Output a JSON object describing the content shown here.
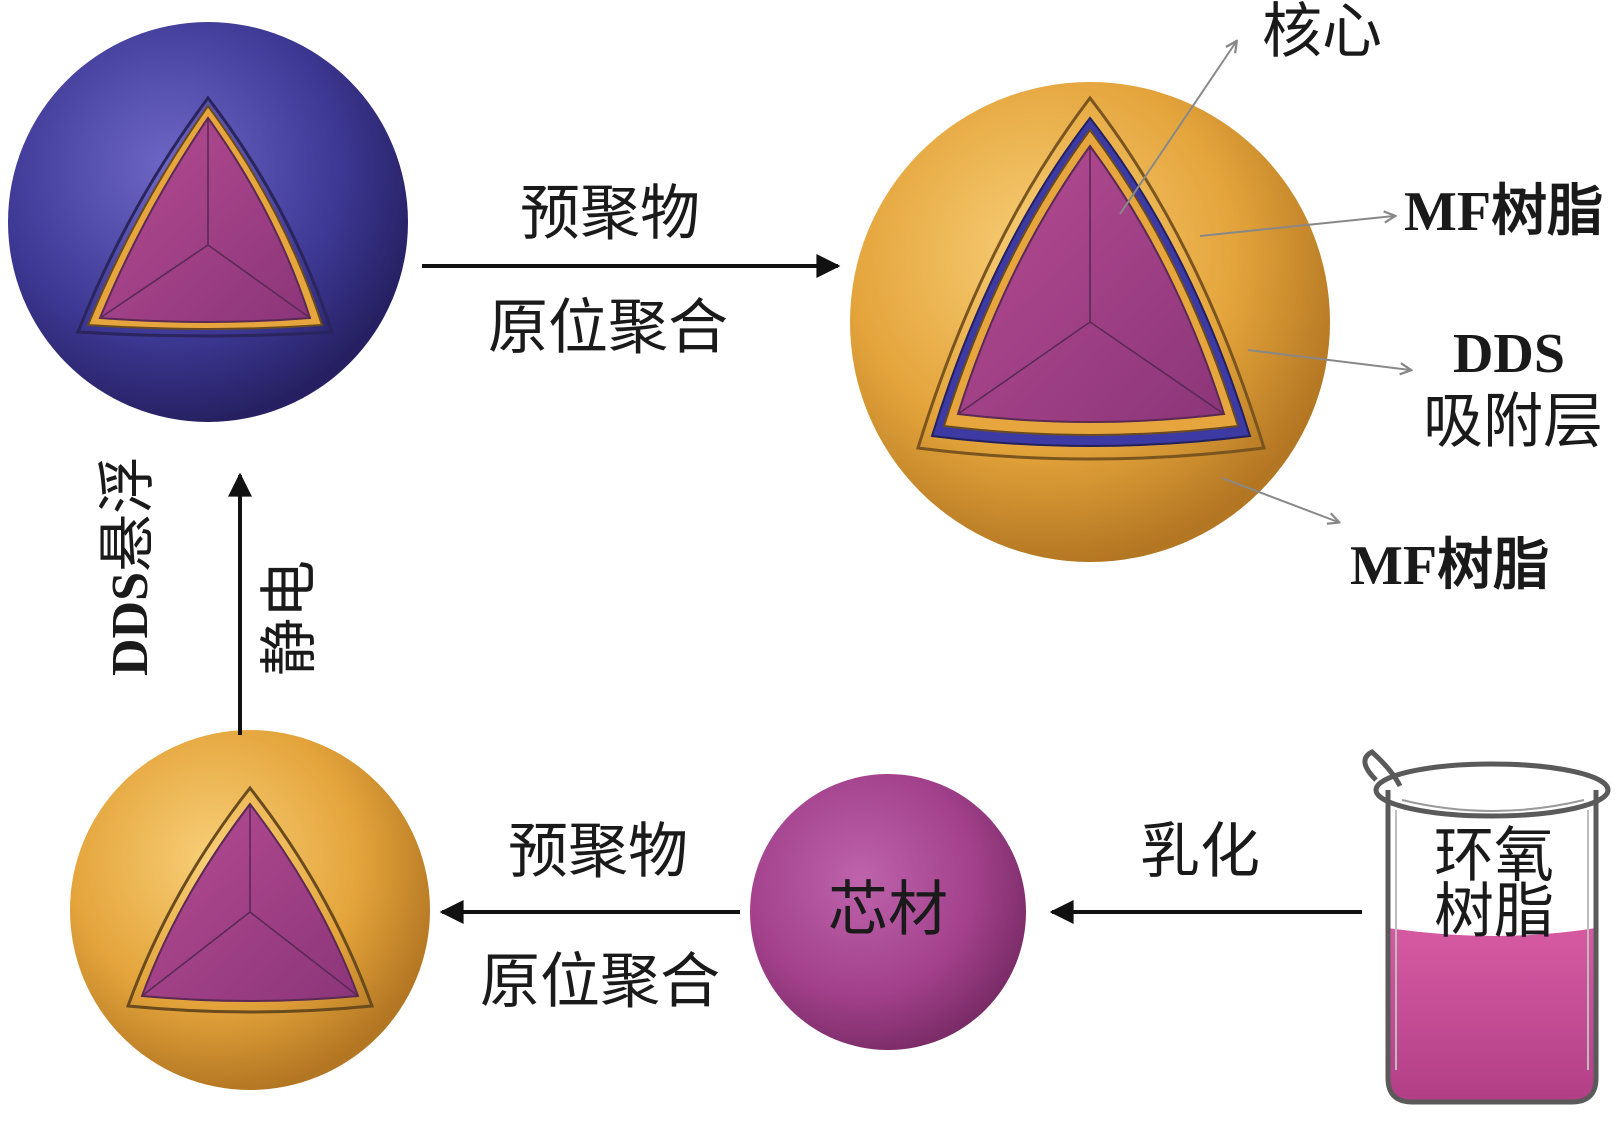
{
  "labels": {
    "top_arrow_upper": "预聚物",
    "top_arrow_lower": "原位聚合",
    "bottom_arrow_upper": "预聚物",
    "bottom_arrow_lower": "原位聚合",
    "emulsify": "乳化",
    "core_material": "芯材",
    "beaker_line1": "环氧",
    "beaker_line2": "树脂",
    "vertical_left_line1": "DDS",
    "vertical_left_line2": "悬浮",
    "vertical_right": "静电",
    "callout_core": "核心",
    "callout_mf_inner": "MF树脂",
    "callout_dds_line1": "DDS",
    "callout_dds_line2": "吸附层",
    "callout_mf_outer": "MF树脂"
  },
  "colors": {
    "purple_sphere": "#3f3a95",
    "orange_sphere": "#e3a43b",
    "magenta_core": "#a5407f",
    "core_sphere": "#a4428c",
    "resin_liquid": "#c64d93",
    "arrow": "#111111",
    "callout_line": "#888888"
  }
}
